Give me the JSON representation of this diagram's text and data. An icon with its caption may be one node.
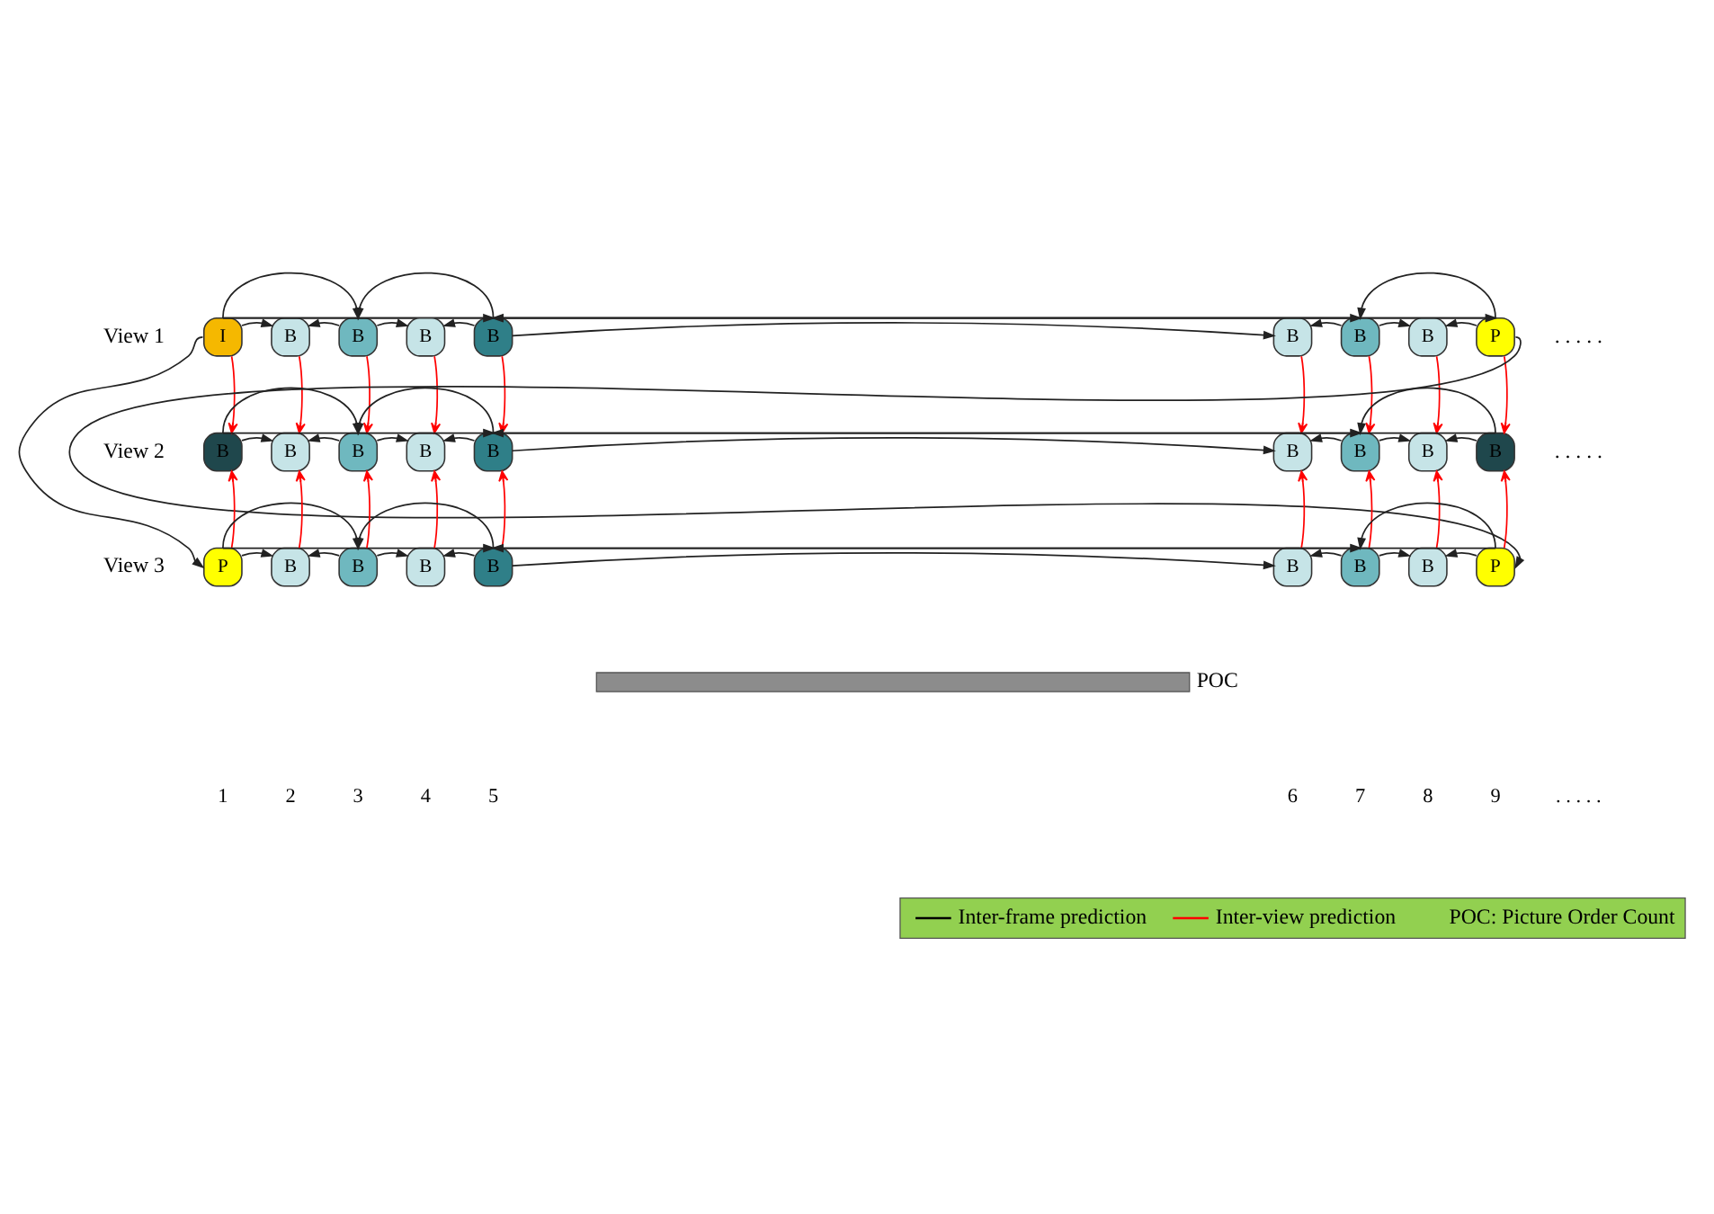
{
  "diagram": {
    "nodes": [
      {
        "text": [
          "I"
        ]
      },
      {
        "text": [
          "B"
        ]
      },
      {
        "text": [
          "B"
        ]
      },
      {
        "text": [
          "B"
        ]
      },
      {
        "text": [
          "B"
        ]
      },
      {
        "text": [
          "B"
        ]
      },
      {
        "text": [
          "B"
        ]
      },
      {
        "text": [
          "B"
        ]
      },
      {
        "text": [
          "P"
        ]
      },
      {
        "text": [
          "B"
        ]
      },
      {
        "text": [
          "B"
        ]
      },
      {
        "text": [
          "B"
        ]
      },
      {
        "text": [
          "B"
        ]
      },
      {
        "text": [
          "B"
        ]
      },
      {
        "text": [
          "B"
        ]
      },
      {
        "text": [
          "B"
        ]
      },
      {
        "text": [
          "B"
        ]
      },
      {
        "text": [
          "B"
        ]
      },
      {
        "text": [
          "P"
        ]
      },
      {
        "text": [
          "B"
        ]
      },
      {
        "text": [
          "B"
        ]
      },
      {
        "text": [
          "B"
        ]
      },
      {
        "text": [
          "B"
        ]
      },
      {
        "text": [
          "B"
        ]
      },
      {
        "text": [
          "B"
        ]
      },
      {
        "text": [
          "B"
        ]
      },
      {
        "text": [
          "P"
        ]
      }
    ],
    "edges": [
      {
        "from": 0,
        "to": 1,
        "arrow": "to"
      },
      {
        "from": 2,
        "to": 1,
        "arrow": "to"
      },
      {
        "from": 2,
        "to": 3,
        "arrow": "to"
      },
      {
        "from": 4,
        "to": 3,
        "arrow": "to"
      },
      {
        "from": 4,
        "to": 5,
        "arrow": "to"
      },
      {
        "from": 6,
        "to": 5,
        "arrow": "to"
      },
      {
        "from": 6,
        "to": 7,
        "arrow": "to"
      },
      {
        "from": 8,
        "to": 7,
        "arrow": "to"
      },
      {
        "from": 0,
        "to": 2,
        "arrow": "to"
      },
      {
        "from": 0,
        "to": 4,
        "arrow": "to"
      },
      {
        "from": 0,
        "to": 8,
        "arrow": "to"
      },
      {
        "from": 4,
        "to": 2,
        "arrow": "to"
      },
      {
        "from": 4,
        "to": 6,
        "arrow": "to"
      },
      {
        "from": 8,
        "to": 6,
        "arrow": "to"
      },
      {
        "from": 8,
        "to": 4,
        "arrow": "to"
      },
      {
        "from": 9,
        "to": 10,
        "arrow": "to"
      },
      {
        "from": 11,
        "to": 10,
        "arrow": "to"
      },
      {
        "from": 11,
        "to": 12,
        "arrow": "to"
      },
      {
        "from": 13,
        "to": 12,
        "arrow": "to"
      },
      {
        "from": 13,
        "to": 14,
        "arrow": "to"
      },
      {
        "from": 15,
        "to": 14,
        "arrow": "to"
      },
      {
        "from": 15,
        "to": 16,
        "arrow": "to"
      },
      {
        "from": 17,
        "to": 16,
        "arrow": "to"
      },
      {
        "from": 9,
        "to": 11,
        "arrow": "to"
      },
      {
        "from": 9,
        "to": 13,
        "arrow": "to"
      },
      {
        "from": 13,
        "to": 11,
        "arrow": "to"
      },
      {
        "from": 13,
        "to": 15,
        "arrow": "to"
      },
      {
        "from": 17,
        "to": 15,
        "arrow": "to"
      },
      {
        "from": 17,
        "to": 13,
        "arrow": "to"
      },
      {
        "from": 18,
        "to": 19,
        "arrow": "to"
      },
      {
        "from": 20,
        "to": 19,
        "arrow": "to"
      },
      {
        "from": 20,
        "to": 21,
        "arrow": "to"
      },
      {
        "from": 22,
        "to": 21,
        "arrow": "to"
      },
      {
        "from": 22,
        "to": 23,
        "arrow": "to"
      },
      {
        "from": 24,
        "to": 23,
        "arrow": "to"
      },
      {
        "from": 24,
        "to": 25,
        "arrow": "to"
      },
      {
        "from": 26,
        "to": 25,
        "arrow": "to"
      },
      {
        "from": 18,
        "to": 20,
        "arrow": "to"
      },
      {
        "from": 18,
        "to": 22,
        "arrow": "to"
      },
      {
        "from": 22,
        "to": 20,
        "arrow": "to"
      },
      {
        "from": 22,
        "to": 24,
        "arrow": "to"
      },
      {
        "from": 26,
        "to": 24,
        "arrow": "to"
      },
      {
        "from": 26,
        "to": 22,
        "arrow": "to"
      },
      {
        "from": 0,
        "to": 18,
        "arrow": "to"
      },
      {
        "from": 8,
        "to": 26,
        "arrow": "to"
      },
      {
        "from": 0,
        "to": 9,
        "arrow": "to",
        "color": "#ff0000"
      },
      {
        "from": 1,
        "to": 10,
        "arrow": "to",
        "color": "#ff0000"
      },
      {
        "from": 2,
        "to": 11,
        "arrow": "to",
        "color": "#ff0000"
      },
      {
        "from": 3,
        "to": 12,
        "arrow": "to",
        "color": "#ff0000"
      },
      {
        "from": 4,
        "to": 13,
        "arrow": "to",
        "color": "#ff0000"
      },
      {
        "from": 5,
        "to": 14,
        "arrow": "to",
        "color": "#ff0000"
      },
      {
        "from": 6,
        "to": 15,
        "arrow": "to",
        "color": "#ff0000"
      },
      {
        "from": 7,
        "to": 16,
        "arrow": "to",
        "color": "#ff0000"
      },
      {
        "from": 8,
        "to": 17,
        "arrow": "to",
        "color": "#ff0000"
      },
      {
        "from": 18,
        "to": 9,
        "arrow": "to",
        "color": "#ff0000"
      },
      {
        "from": 19,
        "to": 10,
        "arrow": "to",
        "color": "#ff0000"
      },
      {
        "from": 20,
        "to": 11,
        "arrow": "to",
        "color": "#ff0000"
      },
      {
        "from": 21,
        "to": 12,
        "arrow": "to",
        "color": "#ff0000"
      },
      {
        "from": 22,
        "to": 13,
        "arrow": "to",
        "color": "#ff0000"
      },
      {
        "from": 23,
        "to": 14,
        "arrow": "to",
        "color": "#ff0000"
      },
      {
        "from": 24,
        "to": 15,
        "arrow": "to",
        "color": "#ff0000"
      },
      {
        "from": 25,
        "to": 16,
        "arrow": "to",
        "color": "#ff0000"
      },
      {
        "from": 26,
        "to": 17,
        "arrow": "to",
        "color": "#ff0000"
      }
    ],
    "labels": [
      "View 1",
      ". . . . .",
      "View 2",
      ". . . . .",
      "View 3",
      "POC",
      "1",
      "2",
      "3",
      "4",
      "5",
      "6",
      "7",
      "8",
      "9",
      ". . . . .",
      "POC: Picture Order Count"
    ],
    "legend": [
      {
        "text": "Inter-frame prediction"
      },
      {
        "text": "Inter-view prediction"
      }
    ]
  }
}
